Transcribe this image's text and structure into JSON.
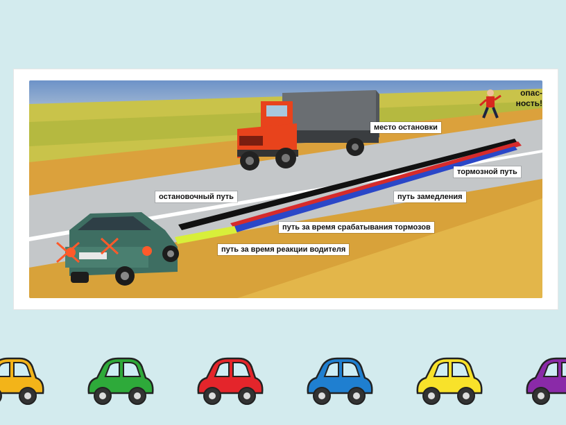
{
  "scene": {
    "labels": {
      "stop_place": "место остановки",
      "danger_line1": "опас-",
      "danger_line2": "ность!",
      "braking_path": "тормозной путь",
      "stopping_path": "остановочный путь",
      "deceleration_path": "путь замедления",
      "brake_actuation": "путь за время срабатывания тормозов",
      "reaction_path": "путь за время реакции водителя"
    },
    "colors": {
      "stopping_path": "#111111",
      "deceleration_path": "#d62b2b",
      "brake_actuation": "#2a47c8",
      "reaction_path": "#d8ef3a",
      "truck_cab": "#e8431c",
      "truck_tarp": "#6a6e72",
      "car_body": "#3e6e62"
    }
  },
  "toy_cars": [
    {
      "color_name": "orange",
      "color": "#f3b419"
    },
    {
      "color_name": "green",
      "color": "#2eaa3a"
    },
    {
      "color_name": "red",
      "color": "#e4252b"
    },
    {
      "color_name": "blue",
      "color": "#1f7fd0"
    },
    {
      "color_name": "yellow",
      "color": "#f8e22a"
    },
    {
      "color_name": "purple",
      "color": "#8a2aa8"
    }
  ]
}
